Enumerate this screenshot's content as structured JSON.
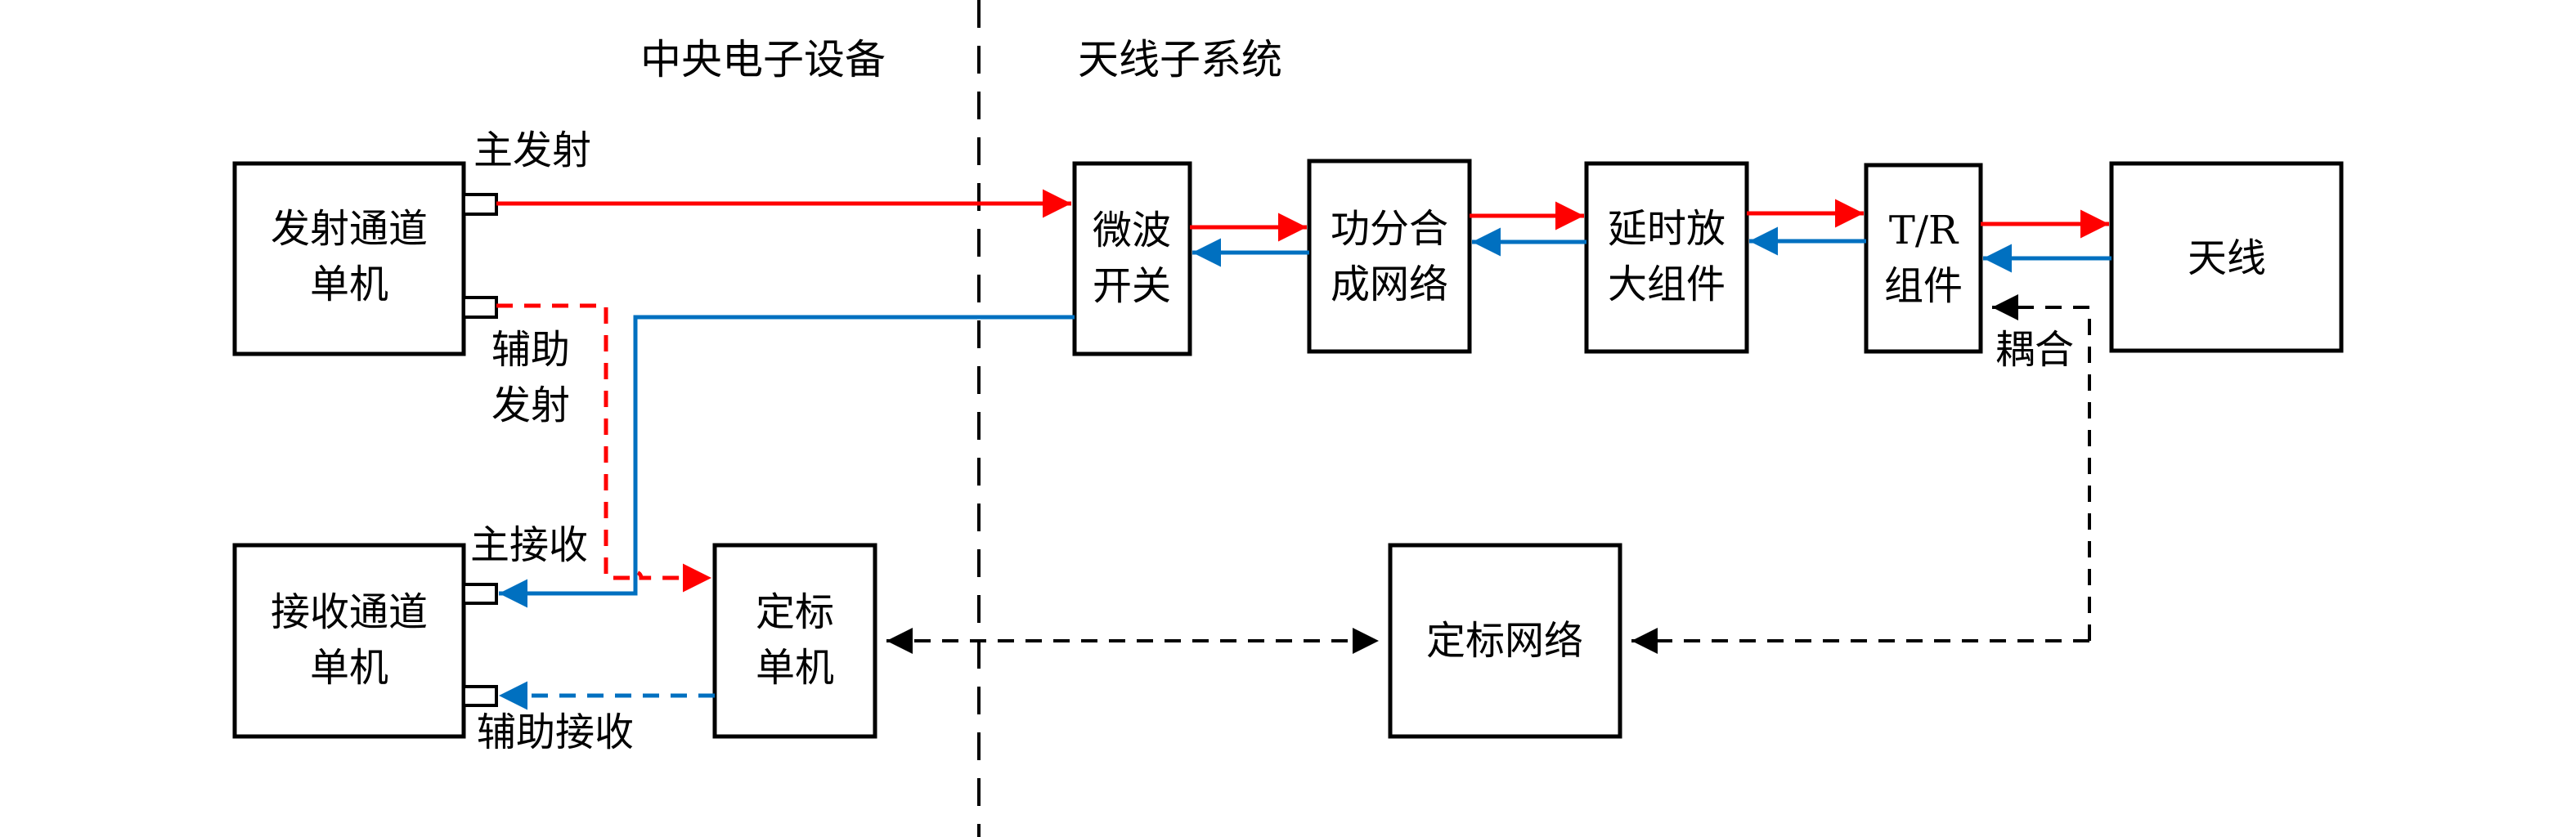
{
  "sections": {
    "left": "中央电子设备",
    "right": "天线子系统"
  },
  "blocks": {
    "tx_unit": [
      "发射通道",
      "单机"
    ],
    "rx_unit": [
      "接收通道",
      "单机"
    ],
    "cal_unit": [
      "定标",
      "单机"
    ],
    "mw_switch": [
      "微波",
      "开关"
    ],
    "power_divider": [
      "功分合",
      "成网络"
    ],
    "delay_amp": [
      "延时放",
      "大组件"
    ],
    "tr_module": [
      "T/R",
      "组件"
    ],
    "antenna": [
      "天线"
    ],
    "cal_network": [
      "定标网络"
    ]
  },
  "port_labels": {
    "main_tx": "主发射",
    "aux_tx": [
      "辅助",
      "发射"
    ],
    "main_rx": "主接收",
    "aux_rx": "辅助接收",
    "coupling": "耦合"
  },
  "colors": {
    "transmit": "#ff0000",
    "receive": "#0070c0",
    "calibration": "#000000"
  },
  "legend_semantics": {
    "red_solid": "main transmit path",
    "red_dashed": "auxiliary transmit path",
    "blue_solid": "main receive path",
    "blue_dashed": "auxiliary receive path",
    "black_dashed": "calibration / coupling path"
  }
}
